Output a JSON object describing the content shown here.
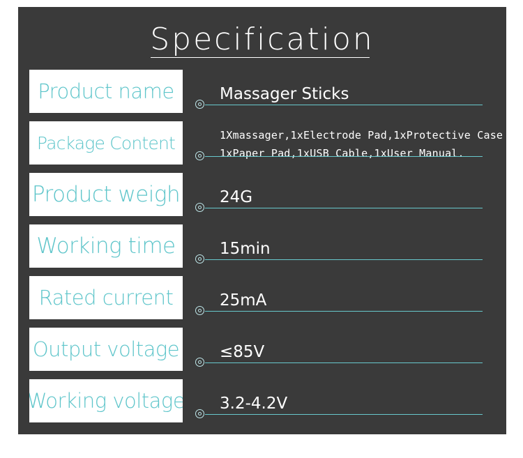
{
  "title": "Specification",
  "rows": [
    {
      "label": "Product name",
      "value": "Massager Sticks"
    },
    {
      "label": "Package Content",
      "value_lines": [
        "1Xmassager,1xElectrode Pad,1xProtective Case",
        "1xPaper Pad,1xUSB Cable,1xUser Manual."
      ]
    },
    {
      "label": "Product weigh",
      "value": "24G"
    },
    {
      "label": "Working time",
      "value": "15min"
    },
    {
      "label": "Rated current",
      "value": "25mA"
    },
    {
      "label": "Output voltage",
      "value": "≤85V"
    },
    {
      "label": "Working voltage",
      "value": "3.2-4.2V"
    }
  ]
}
